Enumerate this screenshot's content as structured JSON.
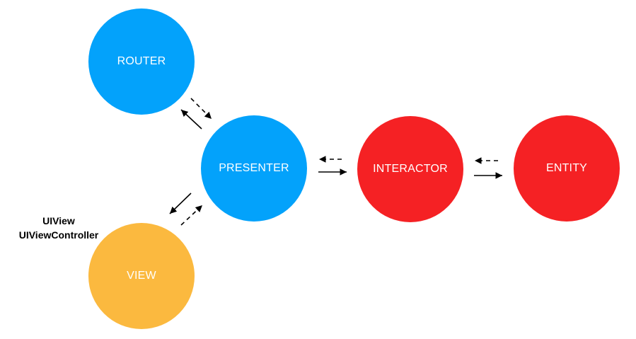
{
  "nodes": {
    "router": {
      "label": "ROUTER",
      "color": "#03a2fb"
    },
    "presenter": {
      "label": "PRESENTER",
      "color": "#03a2fb"
    },
    "interactor": {
      "label": "INTERACTOR",
      "color": "#f52124"
    },
    "entity": {
      "label": "ENTITY",
      "color": "#f52124"
    },
    "view": {
      "label": "VIEW",
      "color": "#fbb93f"
    }
  },
  "view_labels": {
    "line1": "UIView",
    "line2": "UIViewController"
  },
  "edge_color": "#000000"
}
